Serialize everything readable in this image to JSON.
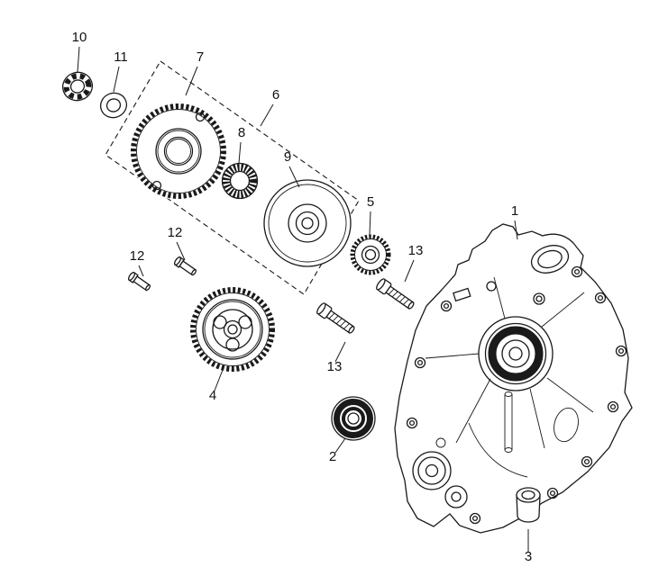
{
  "diagram": {
    "background": "#ffffff",
    "line_color": "#1a1a1a",
    "callouts": [
      {
        "label": "10"
      },
      {
        "label": "11"
      },
      {
        "label": "7"
      },
      {
        "label": "6"
      },
      {
        "label": "8"
      },
      {
        "label": "9"
      },
      {
        "label": "5"
      },
      {
        "label": "1"
      },
      {
        "label": "13"
      },
      {
        "label": "12"
      },
      {
        "label": "12"
      },
      {
        "label": "13"
      },
      {
        "label": "4"
      },
      {
        "label": "2"
      },
      {
        "label": "3"
      }
    ]
  }
}
